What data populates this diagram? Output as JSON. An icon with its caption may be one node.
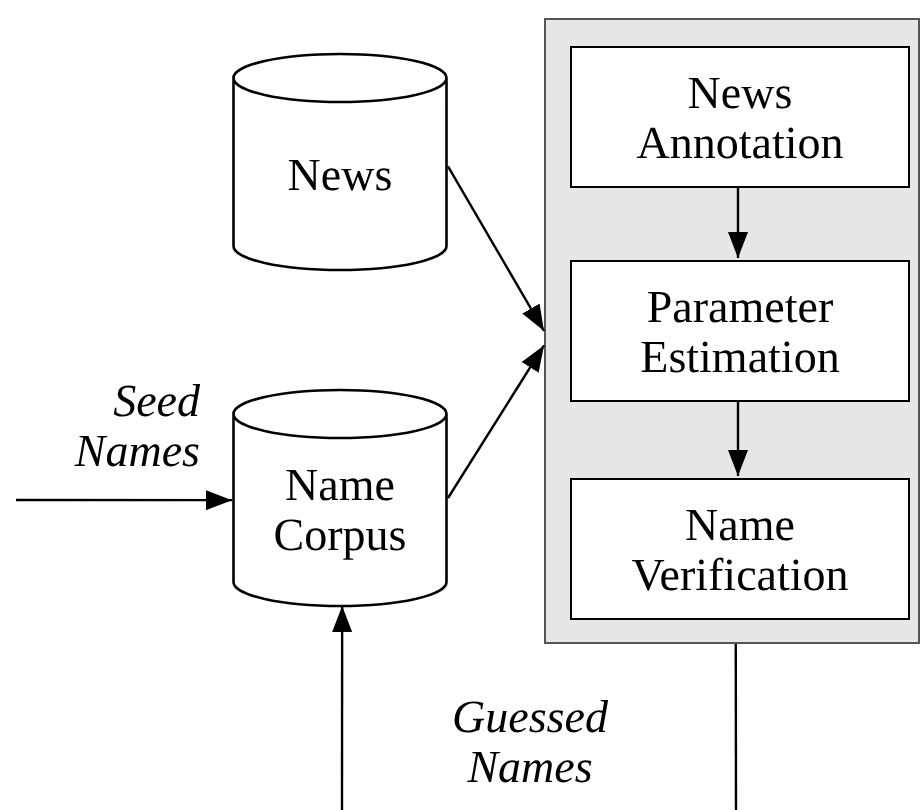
{
  "diagram": {
    "nodes": [
      {
        "text": [
          "News"
        ]
      },
      {
        "text": [
          "Name Corpus"
        ]
      },
      {
        "text": [],
        "shape": "box"
      },
      {
        "text": [
          "News Annotation"
        ],
        "in": 2
      },
      {
        "text": [
          "Parameter Estimation"
        ],
        "in": 2
      },
      {
        "text": [
          "Name Verification"
        ],
        "in": 2
      }
    ],
    "edges": [
      {
        "from": 0,
        "to": 2,
        "arrow": "to"
      },
      {
        "from": 1,
        "to": 2,
        "arrow": "to"
      },
      {
        "from": 3,
        "to": 4,
        "arrow": "to"
      },
      {
        "from": 4,
        "to": 5,
        "arrow": "to"
      },
      {
        "from": null,
        "to": 1,
        "arrow": "to",
        "label": "Seed Names"
      },
      {
        "from": 2,
        "to": null,
        "arrow": "none"
      },
      {
        "from": null,
        "to": 1,
        "arrow": "to"
      }
    ],
    "labels": [
      "Guessed Names"
    ]
  }
}
